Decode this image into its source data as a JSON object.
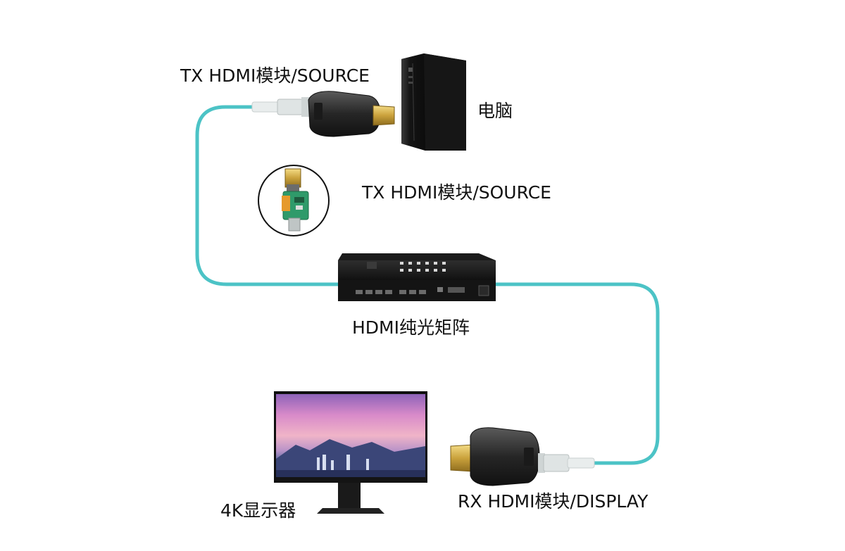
{
  "labels": {
    "tx_top": "TX HDMI模块/SOURCE",
    "pc": "电脑",
    "tx_board": "TX HDMI模块/SOURCE",
    "matrix": "HDMI纯光矩阵",
    "monitor": "4K显示器",
    "rx": "RX HDMI模块/DISPLAY"
  },
  "icons": {
    "tx_module": "hdmi-optical-transmitter-icon",
    "pc": "desktop-tower-icon",
    "board": "pcb-board-icon",
    "matrix": "rack-matrix-switch-icon",
    "monitor": "monitor-icon",
    "rx_module": "hdmi-optical-receiver-icon",
    "fiber": "fiber-cable"
  },
  "colors": {
    "fiber": "#4cc3c6",
    "module": "#2b2b2b",
    "pc": "#1e1e1e",
    "matrix": "#1a1a1a"
  }
}
